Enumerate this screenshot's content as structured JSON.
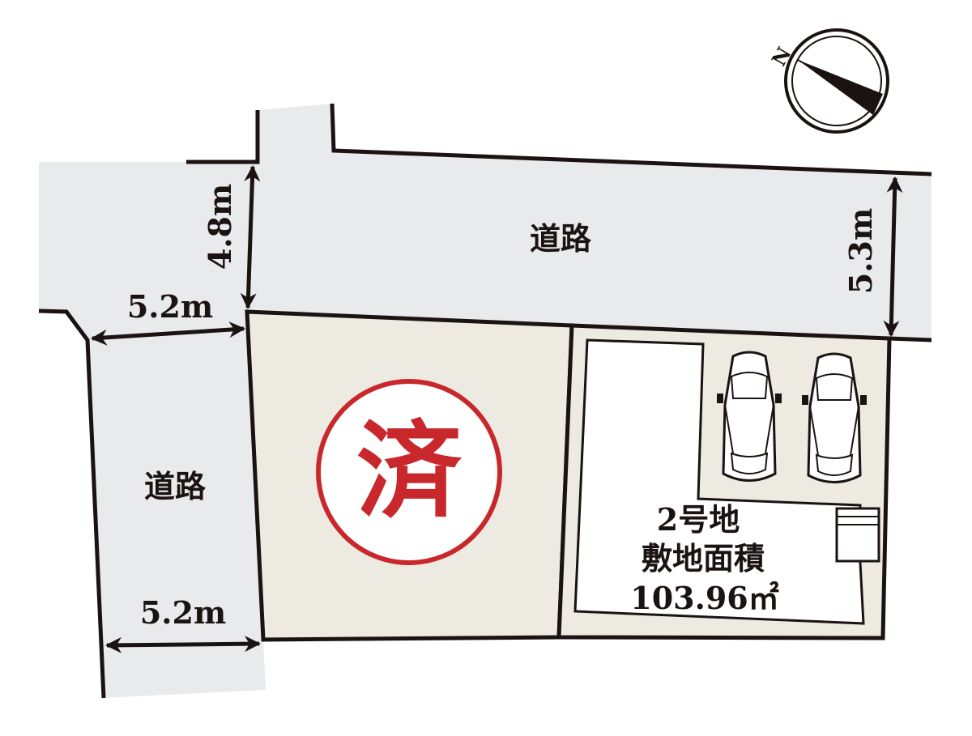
{
  "roads": {
    "top_label": "道路",
    "left_label": "道路"
  },
  "dimensions": {
    "top_left_width": "4.8m",
    "top_right_width": "5.3m",
    "left_upper_width": "5.2m",
    "left_lower_width": "5.2m"
  },
  "lot_sold": {
    "stamp_text": "済"
  },
  "lot_2": {
    "name": "2号地",
    "area_label": "敷地面積",
    "area_value": "103.96㎡"
  },
  "compass": {
    "north_letter": "N"
  },
  "colors": {
    "road": "#e9eaec",
    "lot": "#edeae2",
    "outline": "#1a1311",
    "stamp": "#c8282c",
    "building": "#ffffff"
  }
}
